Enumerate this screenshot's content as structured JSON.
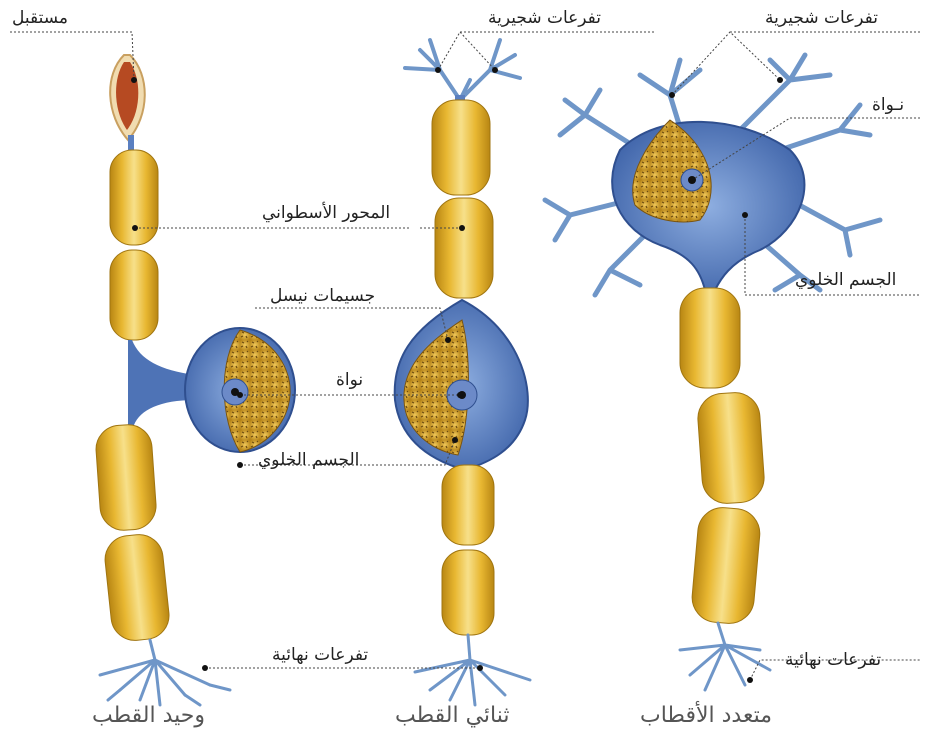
{
  "labels": {
    "receptor": "مستقبل",
    "axon": "المحور الأسطواني",
    "nissl": "جسيمات نيسل",
    "nucleus_mid": "نواة",
    "cell_body_mid": "الجسم الخلوي",
    "terminal_mid": "تفرعات نهائية",
    "dendrites_bipolar": "تفرعات شجيرية",
    "dendrites_multi": "تفرعات شجيرية",
    "nucleus_multi": "نـواة",
    "cell_body_multi": "الجسم الخلوي",
    "terminal_multi": "تفرعات نهائية"
  },
  "titles": {
    "unipolar": "وحيد القطب",
    "bipolar": "ثنائي القطب",
    "multipolar": "متعدد الأقطاب"
  },
  "colors": {
    "myelin": "#e8b731",
    "myelin_dark": "#b88613",
    "neuron_blue": "#5a7fc0",
    "neuron_dark": "#2f4f8f",
    "cytoplasm": "#d9a42a",
    "leader": "#444444"
  }
}
